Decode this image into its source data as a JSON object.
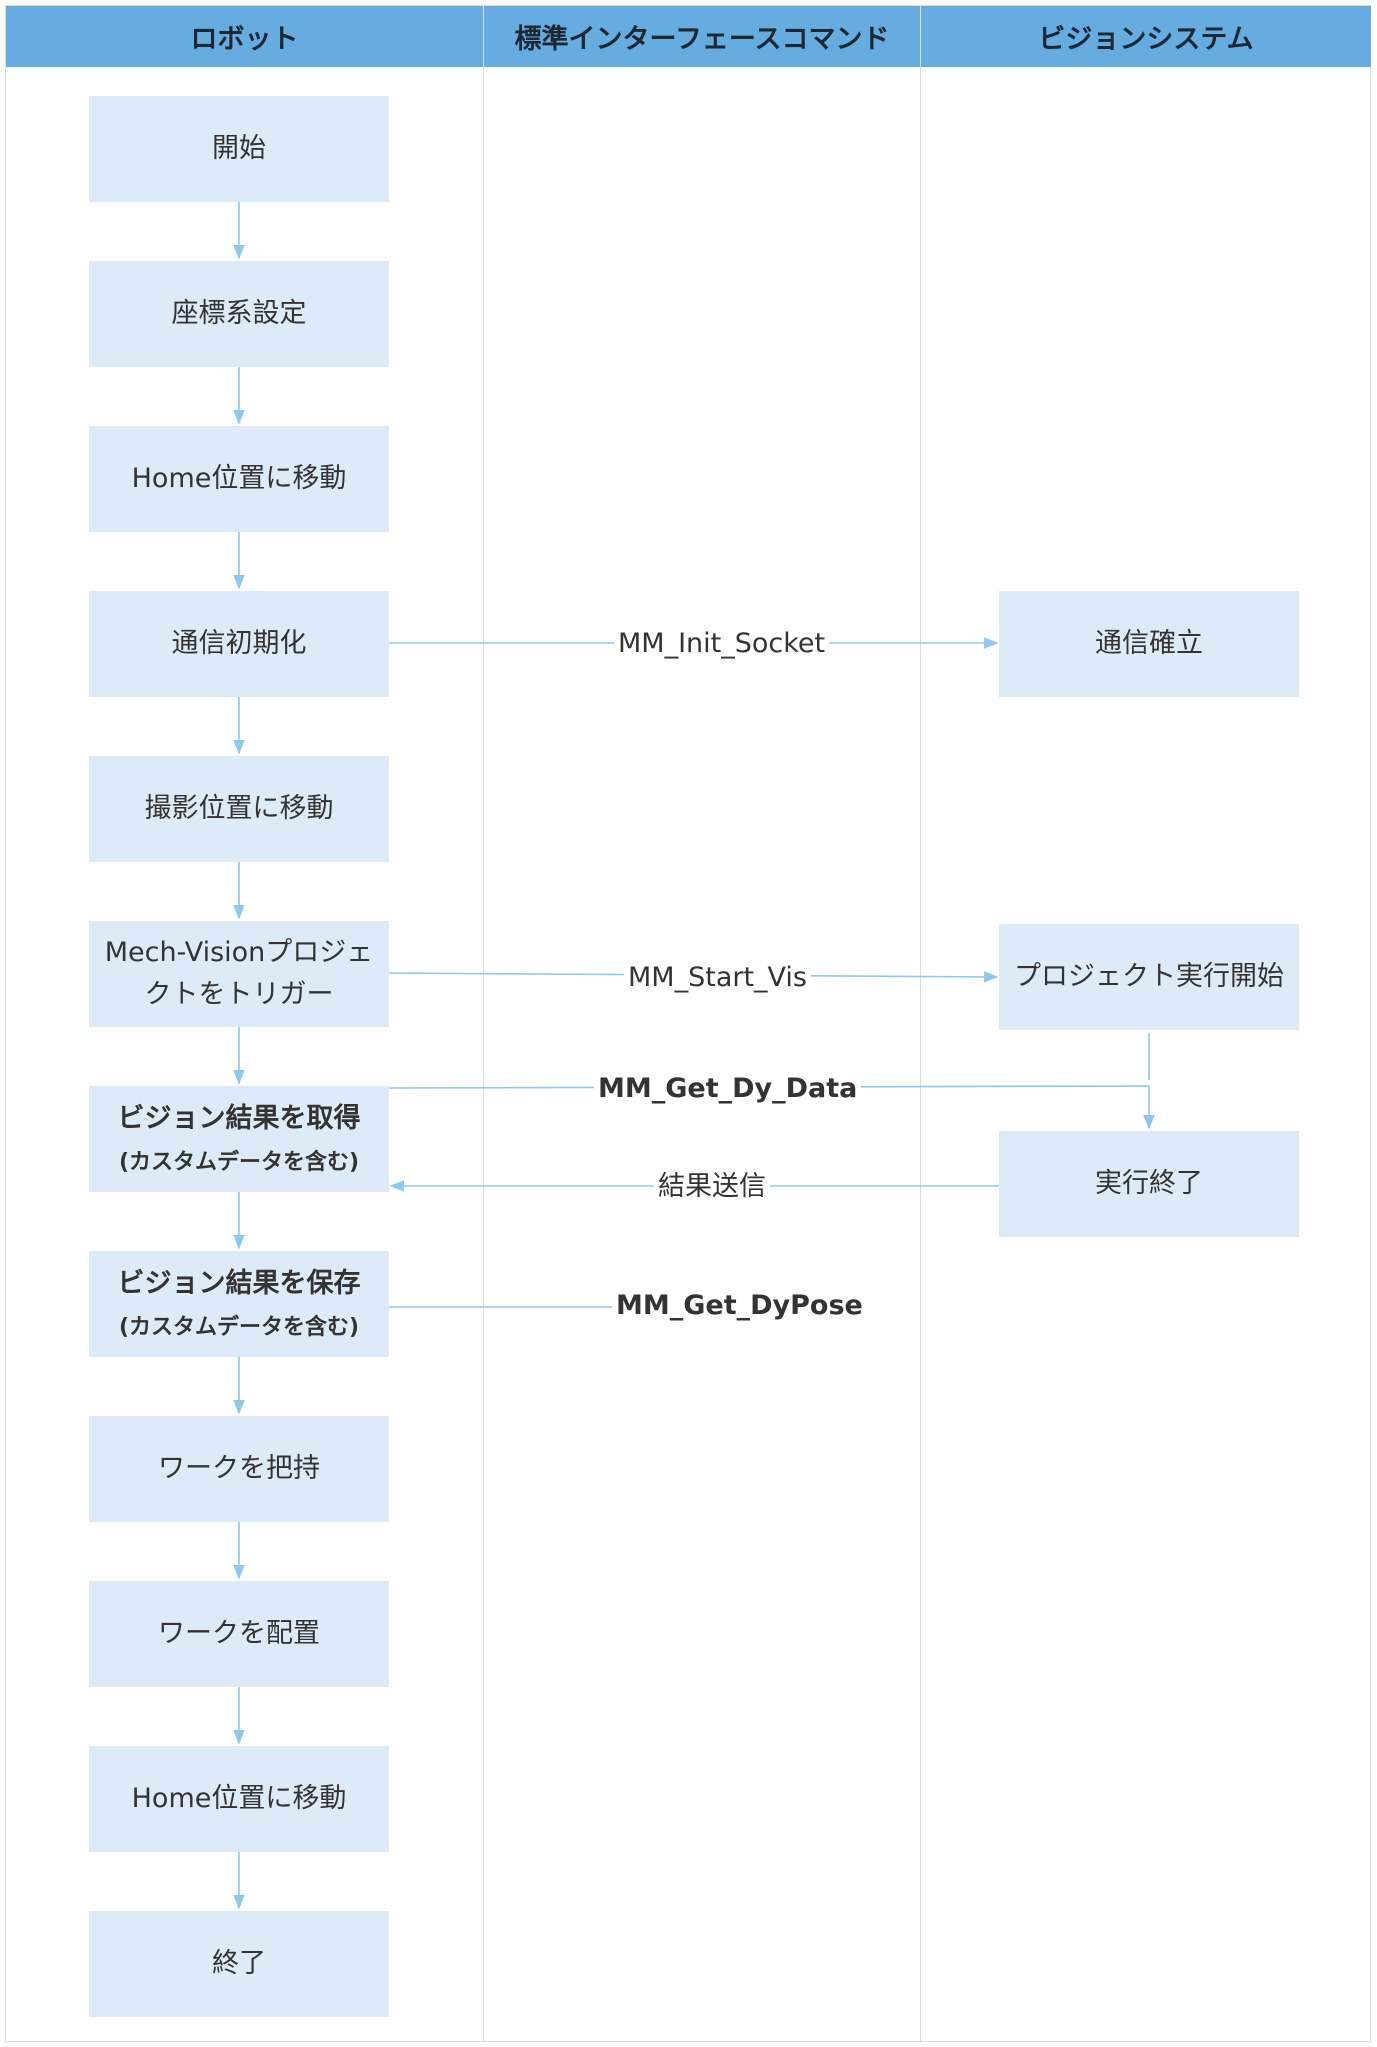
{
  "lanes": {
    "robot": "ロボット",
    "interface": "標準インターフェースコマンド",
    "vision": "ビジョンシステム"
  },
  "robot_steps": {
    "start": "開始",
    "coord": "座標系設定",
    "home1": "Home位置に移動",
    "comm_init": "通信初期化",
    "capture": "撮影位置に移動",
    "trigger_l1": "Mech-Visionプロジェ",
    "trigger_l2": "クトをトリガー",
    "get_result_l1": "ビジョン結果を取得",
    "get_result_l2": "(カスタムデータを含む)",
    "save_result_l1": "ビジョン結果を保存",
    "save_result_l2": "(カスタムデータを含む)",
    "grasp": "ワークを把持",
    "place": "ワークを配置",
    "home2": "Home位置に移動",
    "end": "終了"
  },
  "vision_steps": {
    "comm_est": "通信確立",
    "proj_start": "プロジェクト実行開始",
    "exec_end": "実行終了"
  },
  "commands": {
    "init_socket": "MM_Init_Socket",
    "start_vis": "MM_Start_Vis",
    "get_dy_data": "MM_Get_Dy_Data",
    "result_send": "結果送信",
    "get_dypose": "MM_Get_DyPose"
  },
  "colors": {
    "header": "#67ace0",
    "box": "#ddebf8",
    "arrow": "#8ec8ec",
    "divider": "#d7dde3"
  }
}
